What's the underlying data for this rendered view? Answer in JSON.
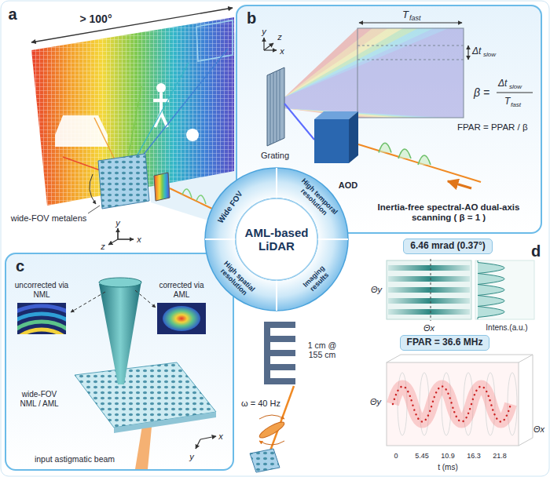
{
  "diagram": {
    "nodes": [
      {
        "text": [
          "b",
          "Inertia-free spectral-AO dual-axis scanning ( β = 1 )"
        ]
      },
      {
        "text": [
          "AML-based LiDAR"
        ]
      },
      {
        "text": [
          "c"
        ]
      },
      {
        "text": [
          "6.46 mrad (0.37°)"
        ]
      },
      {
        "text": [
          "FPAR = 36.6 MHz"
        ]
      }
    ],
    "labels": [
      "a",
      "> 100°",
      "wide-FOV metalens",
      "y",
      "z",
      "x",
      "y",
      "z",
      "x",
      "T",
      "fast",
      "Δt",
      "slow",
      "β =",
      "Δt",
      "slow",
      "T",
      "fast",
      "FPAR = PPAR / β",
      "Grating",
      "AOD",
      "Wide FOV",
      "High temporal resolution",
      "High spatial resolution",
      "Imaging results",
      "uncorrected via NML",
      "corrected via AML",
      "wide-FOV NML / AML",
      "input astigmatic beam",
      "x",
      "y",
      "d",
      "1 cm @ 155 cm",
      "ω = 40 Hz",
      "Θy",
      "Θx",
      "Intens.(a.u.)",
      "Θy",
      "Θx",
      "0",
      "5.45",
      "10.9",
      "16.3",
      "21.8",
      "t (ms)"
    ]
  }
}
